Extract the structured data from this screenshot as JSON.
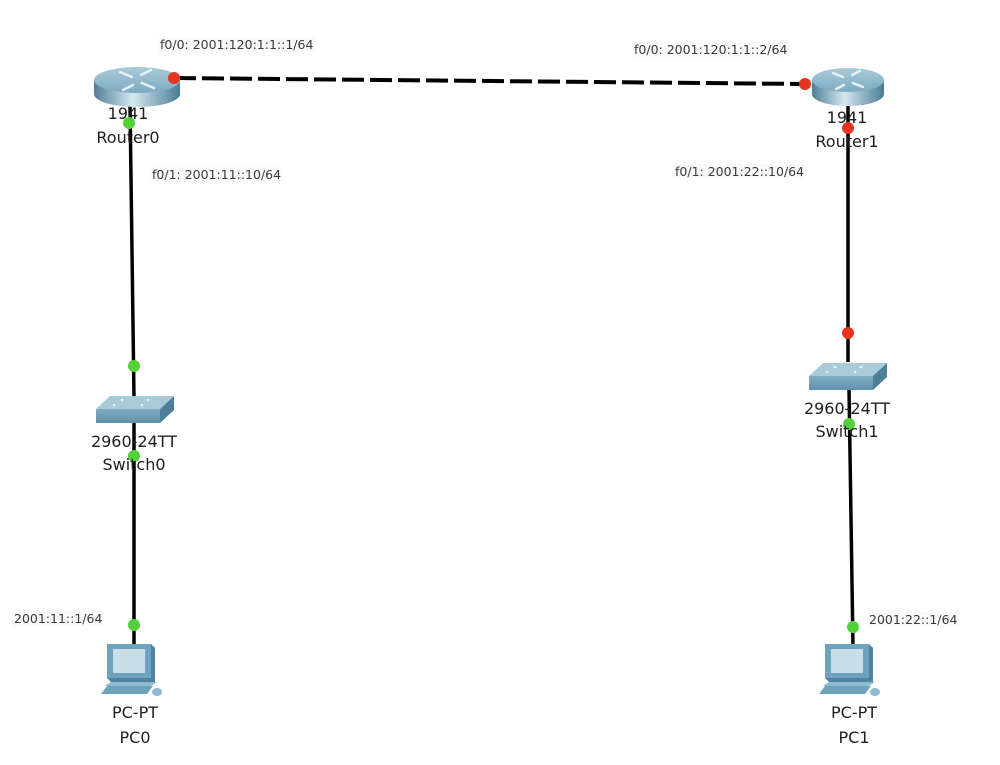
{
  "colors": {
    "link": "#000000",
    "port_up": "#52d13a",
    "port_down": "#e8331f",
    "device_blue": "#6fa3bd",
    "device_light": "#c7e0ea"
  },
  "devices": {
    "router0": {
      "model": "1941",
      "name": "Router0",
      "icon": "router-icon"
    },
    "router1": {
      "model": "1941",
      "name": "Router1",
      "icon": "router-icon"
    },
    "switch0": {
      "model": "2960-24TT",
      "name": "Switch0",
      "icon": "switch-icon"
    },
    "switch1": {
      "model": "2960-24TT",
      "name": "Switch1",
      "icon": "switch-icon"
    },
    "pc0": {
      "model": "PC-PT",
      "name": "PC0",
      "icon": "pc-icon"
    },
    "pc1": {
      "model": "PC-PT",
      "name": "PC1",
      "icon": "pc-icon"
    }
  },
  "addresses": {
    "router0_f00": "f0/0: 2001:120:1:1::1/64",
    "router1_f00": "f0/0: 2001:120:1:1::2/64",
    "router0_f01": "f0/1: 2001:11::10/64",
    "router1_f01": "f0/1: 2001:22::10/64",
    "pc0": "2001:11::1/64",
    "pc1": "2001:22::1/64"
  },
  "links": [
    {
      "from": "Router0",
      "to": "Router1",
      "type": "crossover-dashed",
      "from_status": "down",
      "to_status": "down"
    },
    {
      "from": "Router0",
      "to": "Switch0",
      "type": "straight",
      "from_status": "up",
      "to_status": "up"
    },
    {
      "from": "Switch0",
      "to": "PC0",
      "type": "straight",
      "from_status": "up",
      "to_status": "up"
    },
    {
      "from": "Router1",
      "to": "Switch1",
      "type": "straight",
      "from_status": "down",
      "to_status": "down"
    },
    {
      "from": "Switch1",
      "to": "PC1",
      "type": "straight",
      "from_status": "up",
      "to_status": "up"
    }
  ]
}
